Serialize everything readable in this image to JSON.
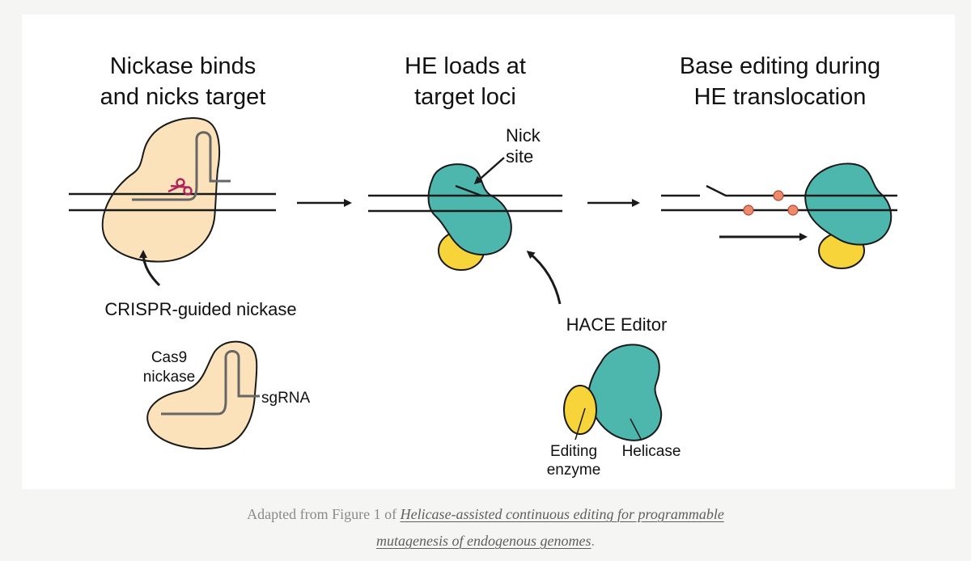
{
  "colors": {
    "nickase_fill": "#fbe2bb",
    "helicase_fill": "#4db6ad",
    "enzyme_fill": "#f7d53a",
    "marker_fill": "#ee8a6c",
    "scissors": "#b0245a",
    "outline": "#1a1a1a"
  },
  "panels": {
    "step1": {
      "title_line1": "Nickase binds",
      "title_line2": "and nicks target",
      "callout": "CRISPR-guided nickase"
    },
    "step2": {
      "title_line1": "HE loads at",
      "title_line2": "target loci",
      "nick_line1": "Nick",
      "nick_line2": "site"
    },
    "step3": {
      "title_line1": "Base editing during",
      "title_line2": "HE translocation"
    }
  },
  "legend": {
    "nickase": {
      "label_line1": "Cas9",
      "label_line2": "nickase",
      "sgrna": "sgRNA"
    },
    "hace": {
      "title": "HACE Editor",
      "enzyme_line1": "Editing",
      "enzyme_line2": "enzyme",
      "helicase": "Helicase"
    }
  },
  "icons": [
    "scissors-icon",
    "arrow-right-icon"
  ],
  "caption": {
    "prefix": "Adapted from Figure 1 of ",
    "link_line1": "Helicase-assisted continuous editing for programmable",
    "link_line2": "mutagenesis of endogenous genomes",
    "suffix": "."
  }
}
